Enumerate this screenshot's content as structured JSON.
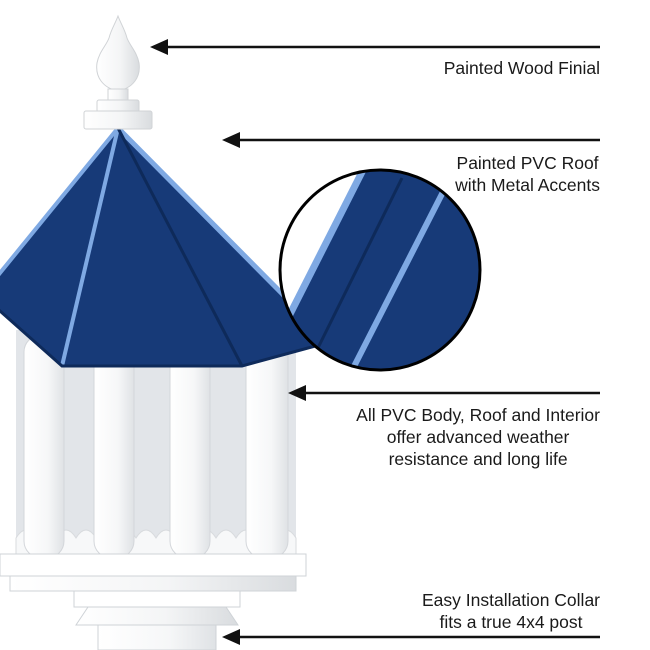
{
  "title": "Bird feeder product feature diagram",
  "colors": {
    "roof_navy": "#173A78",
    "roof_accent": "#7FA9E3",
    "roof_shadow": "#0E2A5A",
    "arrow": "#111111"
  },
  "callouts": [
    {
      "id": "finial",
      "lines": [
        "Painted Wood Finial"
      ]
    },
    {
      "id": "roof",
      "lines": [
        "Painted PVC Roof",
        "with Metal Accents"
      ]
    },
    {
      "id": "body",
      "lines": [
        "All PVC Body, Roof and Interior",
        "offer advanced weather",
        "resistance and long life"
      ]
    },
    {
      "id": "collar",
      "lines": [
        "Easy Installation Collar",
        "fits a true 4x4 post"
      ]
    }
  ]
}
